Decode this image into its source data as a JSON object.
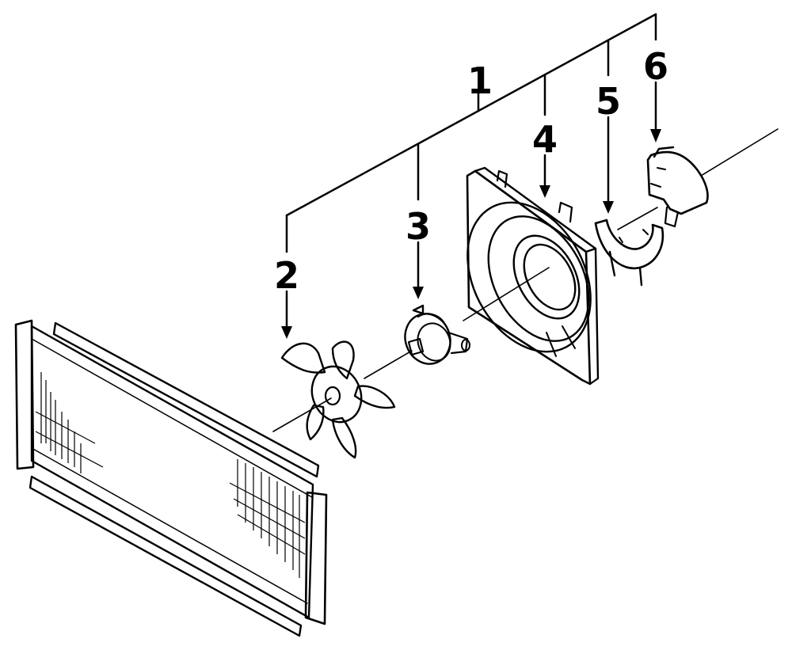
{
  "diagram": {
    "callouts": [
      {
        "id": "1",
        "label": "1",
        "part": "fan-assembly"
      },
      {
        "id": "2",
        "label": "2",
        "part": "fan-blade"
      },
      {
        "id": "3",
        "label": "3",
        "part": "fan-motor"
      },
      {
        "id": "4",
        "label": "4",
        "part": "fan-shroud"
      },
      {
        "id": "5",
        "label": "5",
        "part": "retainer"
      },
      {
        "id": "6",
        "label": "6",
        "part": "cover"
      }
    ],
    "colors": {
      "ink": "#000000",
      "background": "#ffffff"
    }
  }
}
